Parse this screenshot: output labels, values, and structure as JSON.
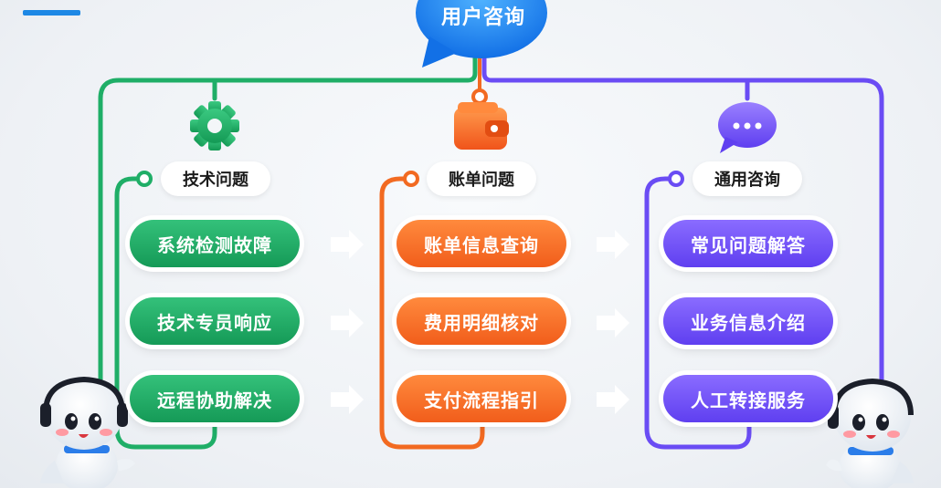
{
  "root": {
    "title": "用户咨询"
  },
  "branches": [
    {
      "key": "tech",
      "category": "技术问题",
      "icon": "gear-icon",
      "color": "#1fae67",
      "items": [
        "系统检测故障",
        "技术专员响应",
        "远程协助解决"
      ]
    },
    {
      "key": "billing",
      "category": "账单问题",
      "icon": "wallet-icon",
      "color": "#f26a21",
      "items": [
        "账单信息查询",
        "费用明细核对",
        "支付流程指引"
      ]
    },
    {
      "key": "general",
      "category": "通用咨询",
      "icon": "chat-bubble-icon",
      "color": "#6a4cf4",
      "items": [
        "常见问题解答",
        "业务信息介绍",
        "人工转接服务"
      ]
    }
  ],
  "colors": {
    "root_bubble": "#1f8fff",
    "arrow": "#ffffff",
    "accent_bar": "#1e88e5"
  }
}
